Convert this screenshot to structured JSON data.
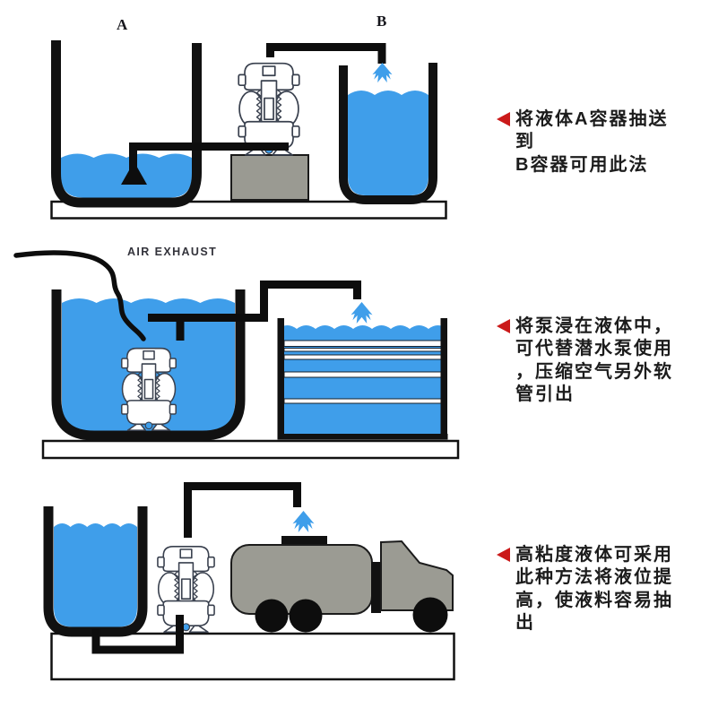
{
  "colors": {
    "liquid_blue": "#3f9eea",
    "marker_red": "#cb1a1a",
    "pipe_black": "#0d0d0d",
    "stand_gray": "#9a9a92",
    "truck_gray": "#9b9b93",
    "pump_outline": "#39404e",
    "base_fill": "#ffffff"
  },
  "panels": [
    {
      "name": "pump-between-containers",
      "labels": {
        "container_a": "A",
        "container_b": "B"
      },
      "caption": {
        "lines": [
          "将液体A容器抽送到",
          "B容器可用此法"
        ]
      }
    },
    {
      "name": "pump-submerged-in-liquid",
      "labels": {
        "air_exhaust": "AIR EXHAUST"
      },
      "caption": {
        "lines": [
          "将泵浸在液体中，",
          "可代替潜水泵使用",
          "，压缩空气另外软",
          "管引出"
        ]
      }
    },
    {
      "name": "pump-to-tanker-truck",
      "caption": {
        "lines": [
          "高粘度液体可采用",
          "此种方法将液位提",
          "高，使液料容易抽",
          "出"
        ]
      }
    }
  ]
}
